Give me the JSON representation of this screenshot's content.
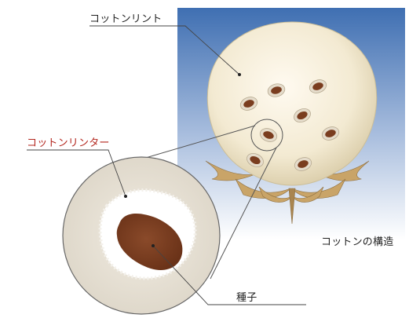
{
  "labels": {
    "cotton_lint": "コットンリント",
    "cotton_linter": "コットンリンター",
    "cotton_structure": "コットンの構造",
    "seed": "種子"
  },
  "colors": {
    "background_gradient_top": "#3f6fb2",
    "background_gradient_bottom": "#ffffff",
    "cotton_boll": "#f5efd9",
    "seed_brown": "#7a3d1f",
    "linter_label_red": "#b3261e",
    "magnified_circle_fill": "#e6e0d4",
    "leaf_tan": "#c9a468"
  },
  "icons": {
    "magnifier_outline": "magnifier-circle",
    "callout_lines": "leader-lines"
  }
}
